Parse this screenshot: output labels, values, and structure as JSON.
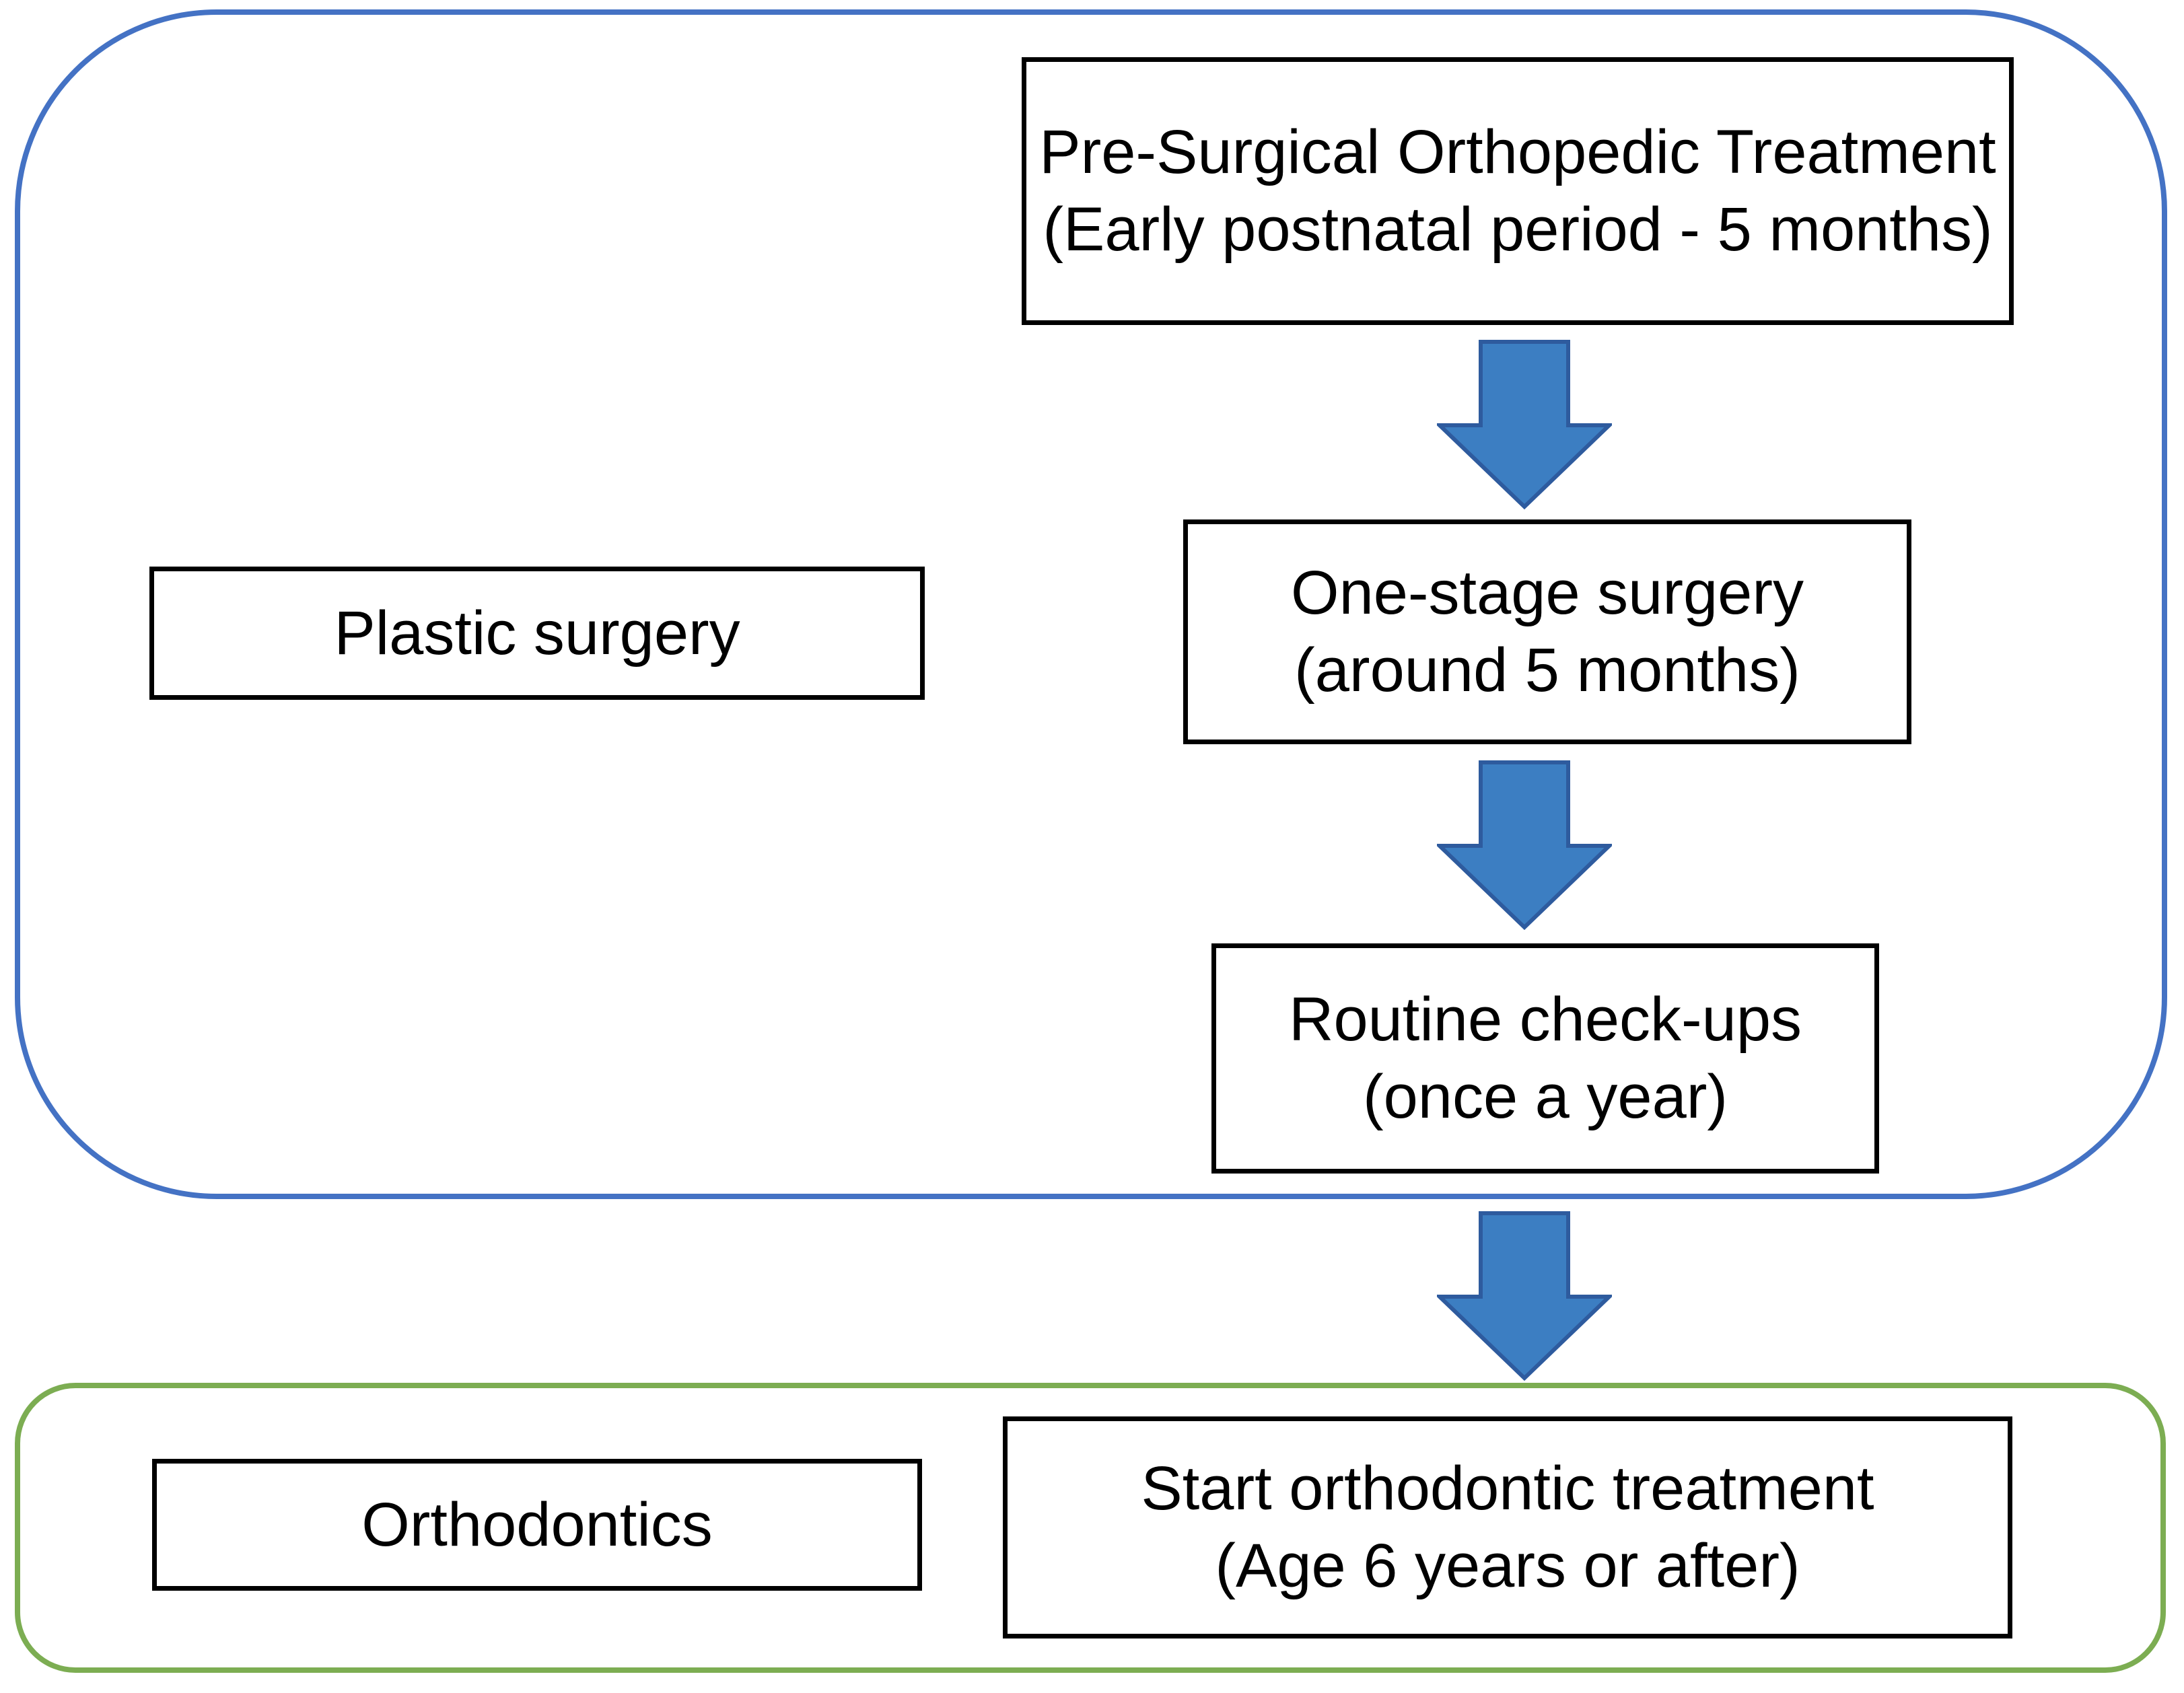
{
  "colors": {
    "page_background": "#ffffff",
    "surgical_container_border": "#4472C4",
    "orthodontic_container_border": "#7CAD52",
    "arrow_fill": "#3C7EC2",
    "arrow_stroke": "#2E5B9E",
    "node_border": "#000000",
    "node_fill": "#ffffff",
    "text": "#000000"
  },
  "flowchart": {
    "surgical_phase": {
      "side_label": "Plastic surgery",
      "steps": [
        {
          "line1": "Pre-Surgical Orthopedic Treatment",
          "line2": "(Early postnatal period - 5 months)"
        },
        {
          "line1": "One-stage surgery",
          "line2": "(around 5 months)"
        },
        {
          "line1": "Routine check-ups",
          "line2": "(once a year)"
        }
      ]
    },
    "orthodontic_phase": {
      "side_label": "Orthodontics",
      "steps": [
        {
          "line1": "Start orthodontic treatment",
          "line2": "(Age 6 years or after)"
        }
      ]
    }
  }
}
